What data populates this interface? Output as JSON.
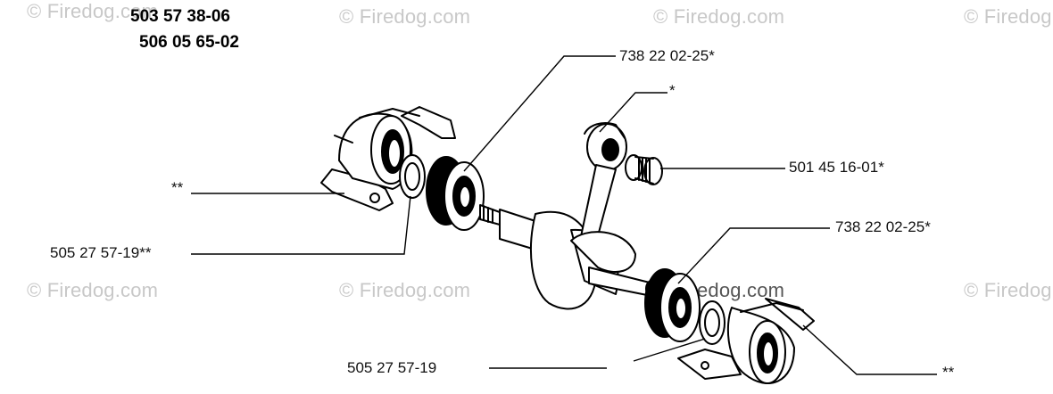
{
  "part_numbers": [
    "503 57 38-06",
    "506 05 65-02"
  ],
  "callouts": {
    "bearing_top": "738 22 02-25*",
    "conrod": "*",
    "needle_bearing": "501 45 16-01*",
    "bearing_bottom": "738 22 02-25*",
    "housing_left": "**",
    "seal_left": "505 27 57-19**",
    "seal_bottom": "505 27 57-19",
    "housing_right": "**"
  },
  "watermark": "© Firedog.com",
  "colors": {
    "ink": "#111111",
    "watermark": "#c8c8c8",
    "background": "#ffffff"
  }
}
